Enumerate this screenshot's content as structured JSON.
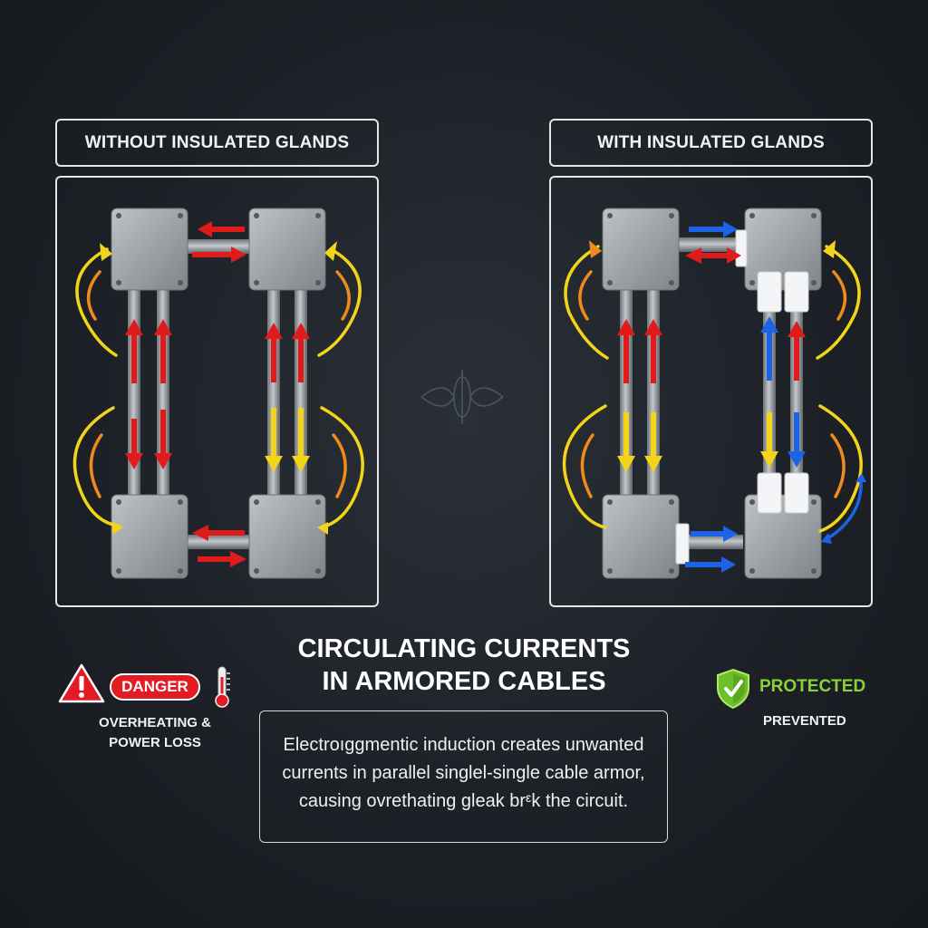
{
  "panels": {
    "left_label": "WITHOUT INSULATED GLANDS",
    "right_label": "WITH INSULATED GLANDS"
  },
  "title": {
    "line1": "CIRCULATING CURRENTS",
    "line2": "IN ARMORED CABLES"
  },
  "description": {
    "line1": "Electroıggmentic induction creates unwanted",
    "line2": "currents in parallel singlel-single cable armor,",
    "line3": "causing ovrethating gleak brᵋk the circuit."
  },
  "danger": {
    "badge": "DANGER",
    "line1": "OVERHEATING &",
    "line2": "POWER LOSS"
  },
  "protected": {
    "label": "PROTECTED",
    "status": "PREVENTED"
  },
  "icons": {
    "warning": "warning-triangle-icon",
    "thermometer": "thermometer-icon",
    "shield": "shield-check-icon",
    "center_emblem": "induction-emblem-icon"
  },
  "colors": {
    "background": "#1d2127",
    "current_red": "#e11b1b",
    "current_blue": "#1e63e6",
    "field_yellow": "#f2d41a",
    "field_orange": "#ef8a1c",
    "protected_green": "#8bd13a",
    "danger_red": "#e31b23"
  }
}
